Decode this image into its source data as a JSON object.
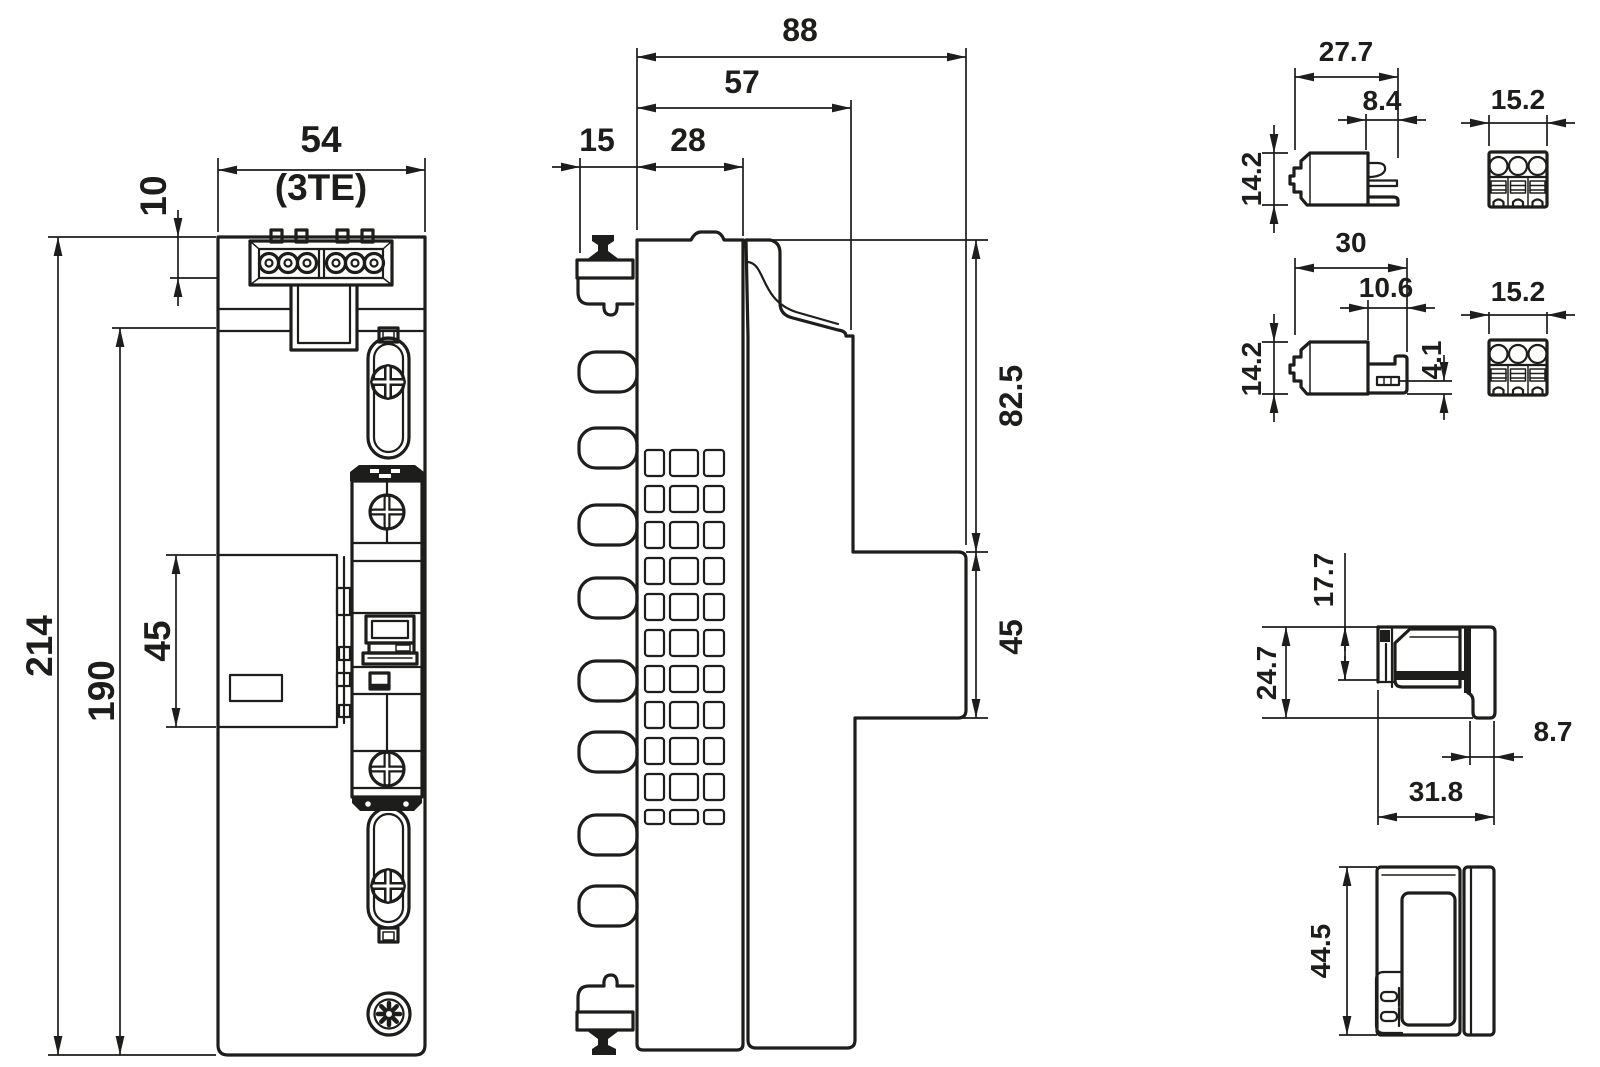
{
  "colors": {
    "ink": "#1d1d1b",
    "paper": "#ffffff"
  },
  "front_view": {
    "dims": {
      "width": "54",
      "width_note": "(3TE)",
      "terminal_offset": "10",
      "height_total": "214",
      "height_body": "190",
      "din_section": "45"
    }
  },
  "side_view": {
    "dims": {
      "depth_total": "88",
      "depth_upper": "57",
      "clip_depth": "15",
      "body_depth": "28",
      "upper_height": "82.5",
      "module_height": "45"
    }
  },
  "connector_small": {
    "side": {
      "width": "27.7",
      "pin_inset": "8.4",
      "height": "14.2"
    },
    "front": {
      "width": "15.2"
    }
  },
  "connector_large": {
    "side": {
      "width": "30",
      "pin_inset": "10.6",
      "height": "14.2",
      "pin_offset": "4.1"
    },
    "front": {
      "width": "15.2"
    }
  },
  "module_detail": {
    "side": {
      "plug_depth": "17.7",
      "height": "24.7",
      "rail_depth": "8.7",
      "width": "31.8"
    },
    "front": {
      "height": "44.5"
    }
  }
}
